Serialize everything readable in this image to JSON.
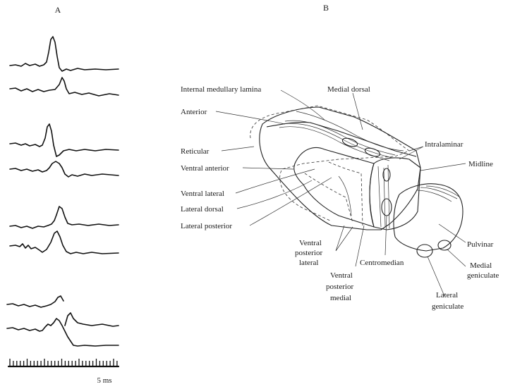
{
  "panels": {
    "a_label": "A",
    "b_label": "B"
  },
  "scale_bar": {
    "label": "5 ms"
  },
  "structures": {
    "internal_medullary_lamina": "Internal medullary lamina",
    "medial_dorsal": "Medial dorsal",
    "anterior": "Anterior",
    "intralaminar": "Intralaminar",
    "reticular": "Reticular",
    "midline": "Midline",
    "ventral_anterior": "Ventral anterior",
    "ventral_lateral": "Ventral lateral",
    "lateral_dorsal": "Lateral dorsal",
    "lateral_posterior": "Lateral posterior",
    "pulvinar": "Pulvinar",
    "vpl_line1": "Ventral",
    "vpl_line2": "posterior",
    "vpl_line3": "lateral",
    "centromedian": "Centromedian",
    "medial_geniculate_line1": "Medial",
    "medial_geniculate_line2": "geniculate",
    "vpm_line1": "Ventral",
    "vpm_line2": "posterior",
    "vpm_line3": "medial",
    "lateral_geniculate_line1": "Lateral",
    "lateral_geniculate_line2": "geniculate"
  }
}
